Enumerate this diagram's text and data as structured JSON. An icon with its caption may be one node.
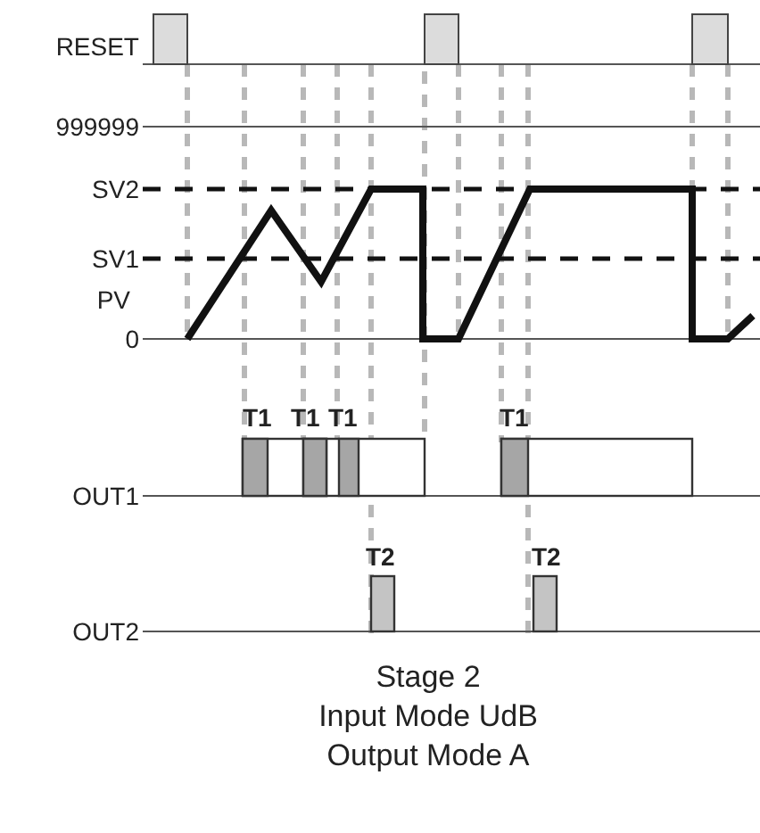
{
  "diagram": {
    "labels": [
      "RESET",
      "999999",
      "SV2",
      "SV1",
      "PV",
      "0",
      "T1",
      "T1",
      "T1",
      "T1",
      "OUT1",
      "T2",
      "T2",
      "OUT2",
      "Stage 2",
      "Input Mode UdB",
      "Output Mode A"
    ]
  }
}
